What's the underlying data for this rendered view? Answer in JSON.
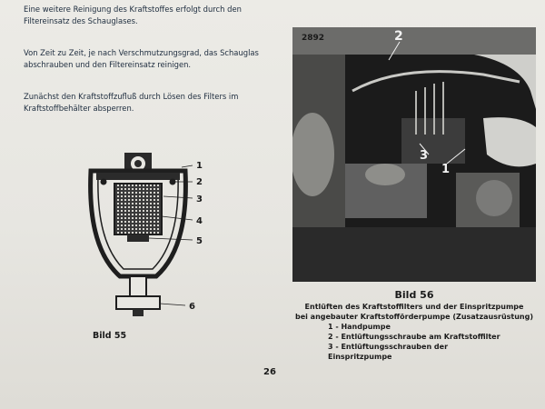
{
  "text": {
    "p1": "Eine weitere Reinigung des Kraftstoffes erfolgt durch den Filtereinsatz des Schauglases.",
    "p2": "Von Zeit zu Zeit, je nach Verschmutzungsgrad, das Schauglas abschrauben und den Filtereinsatz reinigen.",
    "p3": "Zunächst den Kraftstoffzufluß durch Lösen des Filters im Kraftstoffbehälter absperren."
  },
  "figure55": {
    "caption": "Bild 55",
    "callouts": [
      "1",
      "2",
      "3",
      "4",
      "5",
      "6"
    ]
  },
  "figure56": {
    "photo_number": "2892",
    "callouts": [
      "2",
      "3",
      "1"
    ],
    "title": "Bild 56",
    "description_line1": "Entlüften des Kraftstoffilters und der Einspritzpumpe",
    "description_line2": "bei angebauter Kraftstofförderpumpe (Zusatzausrüstung)",
    "items": [
      "1 - Handpumpe",
      "2 - Entlüftungsschraube am Kraftstoffilter",
      "3 - Entlüftungsschrauben der Einspritzpumpe"
    ]
  },
  "page_number": "26"
}
